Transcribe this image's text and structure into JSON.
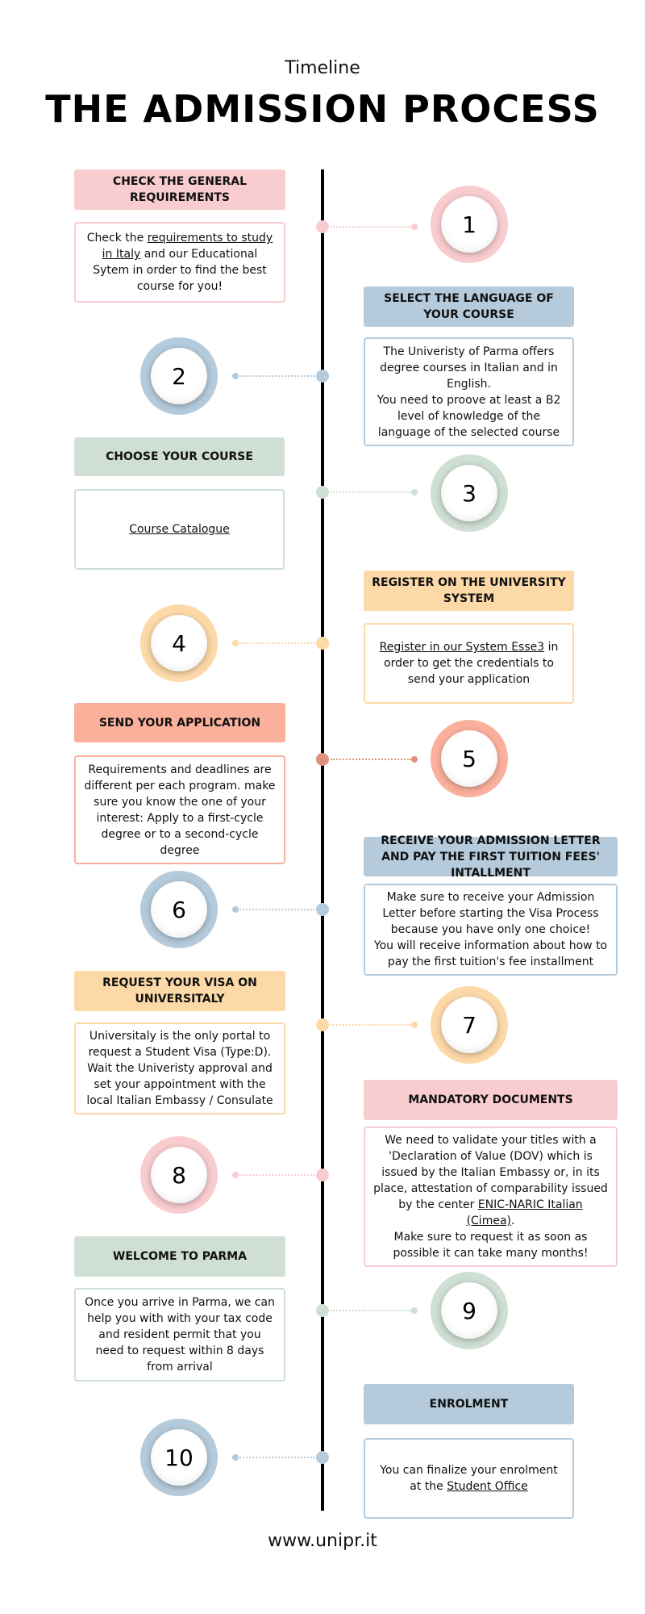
{
  "page": {
    "subtitle": "Timeline",
    "title": "THE ADMISSION PROCESS",
    "footer": "www.unipr.it"
  },
  "colors": {
    "pink": "#f9cdd0",
    "blue": "#b5cbdb",
    "green": "#cfdfd4",
    "orange": "#fdd9a8",
    "salmon": "#fbb09c",
    "timeline": "#000000",
    "salmon_node": "#e0917e"
  },
  "steps": [
    {
      "number": "1",
      "header": "CHECK THE GENERAL REQUIREMENTS",
      "body_pre": "Check the ",
      "body_link": "requirements to study in Italy",
      "body_post": " and our Educational Sytem in order to find the best course for you!"
    },
    {
      "number": "2",
      "header": "SELECT THE LANGUAGE OF YOUR COURSE",
      "body_pre": "The Univeristy of Parma offers degree courses in Italian and in English.\nYou need to proove at least a B2 level of knowledge of the language of the selected course",
      "body_link": "",
      "body_post": ""
    },
    {
      "number": "3",
      "header": "CHOOSE YOUR COURSE",
      "body_pre": "",
      "body_link": "Course Catalogue",
      "body_post": ""
    },
    {
      "number": "4",
      "header": "REGISTER ON THE UNIVERSITY SYSTEM",
      "body_pre": "",
      "body_link": "Register in our System Esse3",
      "body_post": " in order to get the credentials to send your application"
    },
    {
      "number": "5",
      "header": "SEND YOUR APPLICATION",
      "body_pre": "Requirements and deadlines are different per each program. make sure you know the one of your interest: Apply to a first-cycle degree or to a second-cycle degree",
      "body_link": "",
      "body_post": ""
    },
    {
      "number": "6",
      "header": "RECEIVE YOUR ADMISSION LETTER AND PAY THE FIRST TUITION FEES' INTALLMENT",
      "body_pre": "Make sure to receive your Admission Letter before starting the Visa Process because you have only one choice!\nYou will receive information about how to pay the first tuition's fee installment",
      "body_link": "",
      "body_post": ""
    },
    {
      "number": "7",
      "header": "REQUEST YOUR VISA ON UNIVERSITALY",
      "body_pre": "Universitaly is the only portal to request a Student Visa (Type:D). Wait the Univeristy approval and set your appointment with the local Italian Embassy / Consulate",
      "body_link": "",
      "body_post": ""
    },
    {
      "number": "8",
      "header": "MANDATORY DOCUMENTS",
      "body_pre": "We need to validate your titles with a 'Declaration of Value (DOV) which is issued by the Italian Embassy or, in its place, attestation of comparability issued by the center ",
      "body_link": "ENIC-NARIC Italian (Cimea)",
      "body_post": ".\nMake sure to request it as soon as possible it can take many months!"
    },
    {
      "number": "9",
      "header": "WELCOME TO PARMA",
      "body_pre": "Once you arrive in Parma, we can help you with with your tax code and resident permit that you need to request within 8 days from arrival",
      "body_link": "",
      "body_post": ""
    },
    {
      "number": "10",
      "header": "ENROLMENT",
      "body_pre": "You can finalize your enrolment at the ",
      "body_link": "Student Office",
      "body_post": ""
    }
  ]
}
